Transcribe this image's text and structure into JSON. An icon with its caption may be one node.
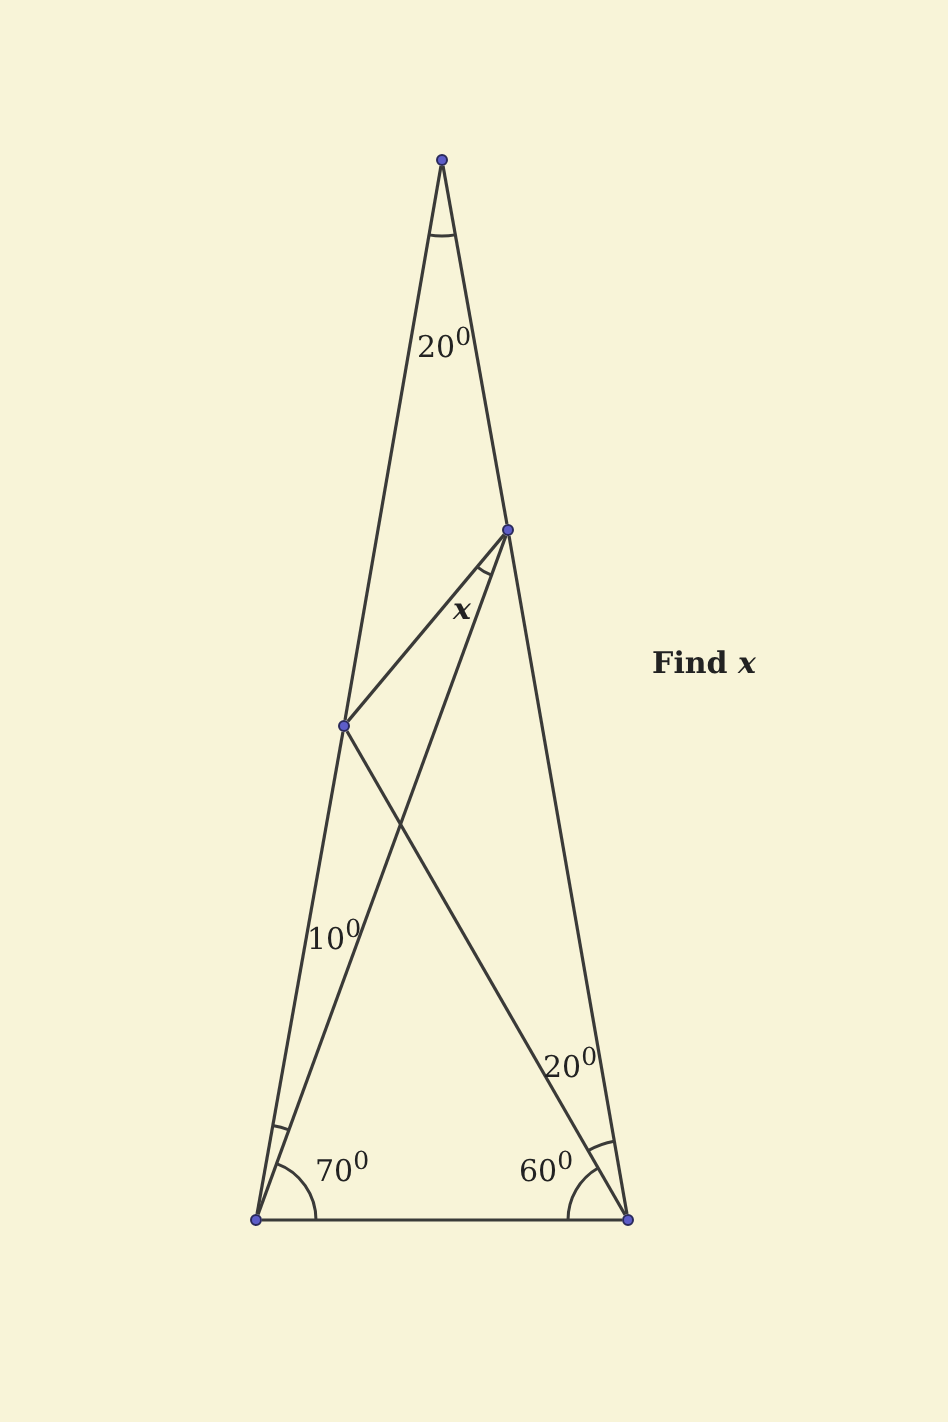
{
  "diagram": {
    "nodes": [
      {
        "text": [],
        "shape": "circle"
      },
      {
        "text": [],
        "shape": "circle"
      },
      {
        "text": [],
        "shape": "circle"
      },
      {
        "text": [],
        "shape": "circle"
      },
      {
        "text": [],
        "shape": "circle"
      }
    ],
    "edges": [
      {
        "from": 0,
        "to": 1,
        "arrow": "none"
      },
      {
        "from": 1,
        "to": 4,
        "arrow": "none"
      },
      {
        "from": 0,
        "to": 2,
        "arrow": "none"
      },
      {
        "from": 2,
        "to": 3,
        "arrow": "none"
      },
      {
        "from": 3,
        "to": 4,
        "arrow": "none"
      },
      {
        "from": 3,
        "to": 1,
        "arrow": "none"
      },
      {
        "from": 2,
        "to": 4,
        "arrow": "none"
      },
      {
        "from": 2,
        "to": 1,
        "arrow": "none"
      }
    ],
    "labels": [
      "20$^{0}$",
      "x",
      "Find *x*",
      "10$^{0}$",
      "20$^{0}$",
      "70$^{0}$",
      "60$^{0}$"
    ]
  }
}
